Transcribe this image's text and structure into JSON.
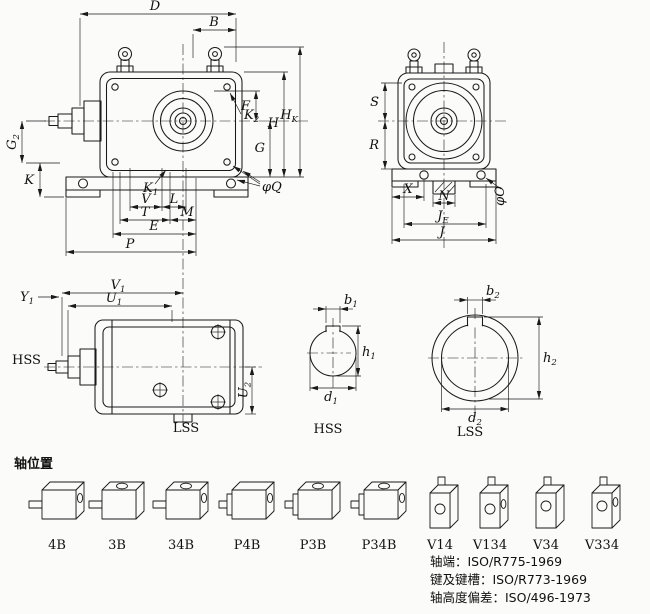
{
  "front_view": {
    "D": "D",
    "B": "B",
    "K": "K",
    "F": "F",
    "G": "G",
    "H": "H",
    "V": "V",
    "L": "L",
    "T": "T",
    "M": "M",
    "E": "E",
    "P": "P",
    "G2": {
      "b": "G",
      "s": "2"
    },
    "K2": {
      "b": "K",
      "s": "2"
    },
    "K1": {
      "b": "K",
      "s": "1"
    },
    "HK": {
      "b": "H",
      "s": "K"
    },
    "phiQ": "φQ"
  },
  "side_view": {
    "S": "S",
    "R": "R",
    "X": "X",
    "N": "N",
    "J": "J",
    "JE": {
      "b": "J",
      "s": "E"
    },
    "phiO": "φO"
  },
  "plan_view": {
    "V1": {
      "b": "V",
      "s": "1"
    },
    "U1": {
      "b": "U",
      "s": "1"
    },
    "Y1": {
      "b": "Y",
      "s": "1"
    },
    "U2": {
      "b": "U",
      "s": "2"
    },
    "hss": "HSS",
    "lss": "LSS"
  },
  "hss_section": {
    "b1": {
      "b": "b",
      "s": "1"
    },
    "h1": {
      "b": "h",
      "s": "1"
    },
    "d1": {
      "b": "d",
      "s": "1"
    },
    "label": "HSS"
  },
  "lss_section": {
    "b2": {
      "b": "b",
      "s": "2"
    },
    "h2": {
      "b": "h",
      "s": "2"
    },
    "d2": {
      "b": "d",
      "s": "2"
    },
    "label": "LSS"
  },
  "positions": {
    "heading": "轴位置",
    "items": [
      "4B",
      "3B",
      "34B",
      "P4B",
      "P3B",
      "P34B",
      "V14",
      "V134",
      "V34",
      "V334"
    ]
  },
  "standards": [
    "轴端：ISO/R775-1969",
    "键及键槽：ISO/R773-1969",
    "轴高度偏差：ISO/496-1973"
  ]
}
